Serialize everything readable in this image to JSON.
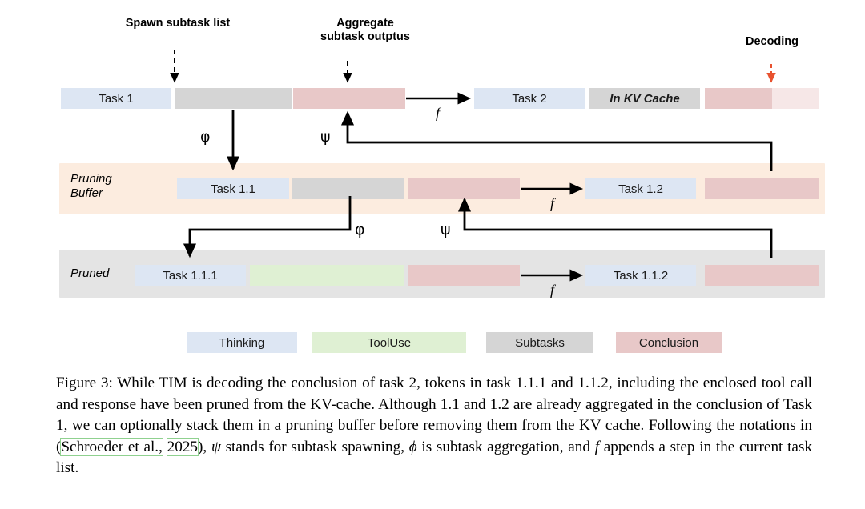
{
  "figure": {
    "annotations": [
      {
        "name": "spawn-subtask-list",
        "text": "Spawn subtask list"
      },
      {
        "name": "aggregate-subtask-outputs",
        "text": "Aggregate\nsubtask outptus"
      },
      {
        "name": "decoding",
        "text": "Decoding"
      }
    ],
    "rows": [
      {
        "name": "task-1-row",
        "label": "",
        "blocks": [
          {
            "name": "task-1-thinking",
            "label": "Task 1",
            "kind": "thinking"
          },
          {
            "name": "task-1-subtasks",
            "label": "",
            "kind": "subtasks"
          },
          {
            "name": "task-1-conclusion",
            "label": "",
            "kind": "conclusion"
          },
          {
            "name": "task-2-thinking",
            "label": "Task 2",
            "kind": "thinking"
          },
          {
            "name": "task-2-kv-cache",
            "label": "In KV Cache",
            "kind": "kv"
          },
          {
            "name": "task-2-conclusion",
            "label": "",
            "kind": "conclusion"
          },
          {
            "name": "task-2-conclusion-pending",
            "label": "",
            "kind": "conclusion-faded"
          }
        ]
      },
      {
        "name": "pruning-buffer-row",
        "label": "Pruning\nBuffer",
        "blocks": [
          {
            "name": "task-1-1-thinking",
            "label": "Task 1.1",
            "kind": "thinking"
          },
          {
            "name": "task-1-1-subtasks",
            "label": "",
            "kind": "subtasks"
          },
          {
            "name": "task-1-1-conclusion",
            "label": "",
            "kind": "conclusion"
          },
          {
            "name": "task-1-2-thinking",
            "label": "Task 1.2",
            "kind": "thinking"
          },
          {
            "name": "task-1-2-conclusion",
            "label": "",
            "kind": "conclusion"
          }
        ]
      },
      {
        "name": "pruned-row",
        "label": "Pruned",
        "blocks": [
          {
            "name": "task-1-1-1-thinking",
            "label": "Task 1.1.1",
            "kind": "thinking"
          },
          {
            "name": "task-1-1-1-tooluse",
            "label": "",
            "kind": "tooluse"
          },
          {
            "name": "task-1-1-1-conclusion",
            "label": "",
            "kind": "conclusion"
          },
          {
            "name": "task-1-1-2-thinking",
            "label": "Task 1.1.2",
            "kind": "thinking"
          },
          {
            "name": "task-1-1-2-conclusion",
            "label": "",
            "kind": "conclusion"
          }
        ]
      }
    ],
    "operators": {
      "phi": "φ",
      "psi": "ψ",
      "f": "f"
    }
  },
  "legend": {
    "items": [
      {
        "name": "legend-thinking",
        "label": "Thinking",
        "color": "#dde6f3"
      },
      {
        "name": "legend-tooluse",
        "label": "ToolUse",
        "color": "#dff0d3"
      },
      {
        "name": "legend-subtasks",
        "label": "Subtasks",
        "color": "#d5d5d5"
      },
      {
        "name": "legend-conclusion",
        "label": "Conclusion",
        "color": "#e8c8c8"
      }
    ]
  },
  "caption": {
    "prefix": "Figure 3: While TIM is decoding the conclusion of task 2, tokens in task 1.1.1 and 1.1.2, including the enclosed tool call and response have been pruned from the KV-cache. Although 1.1 and 1.2 are already aggregated in the conclusion of Task 1, we can optionally stack them in a pruning buffer before removing them from the KV cache. Following the notations in (",
    "citation_author": "Schroeder et al.,",
    "citation_year": "2025",
    "middle": "), ",
    "psi": "ψ",
    "after_psi": " stands for subtask spawning, ",
    "phi": "ϕ",
    "after_phi": " is subtask aggregation, and ",
    "f": "f",
    "suffix": " appends a step in the current task list."
  },
  "colors": {
    "thinking": "#dde6f3",
    "tooluse": "#dff0d3",
    "subtasks": "#d5d5d5",
    "conclusion": "#e8c8c8",
    "conclusion_faded": "#f6e7e7",
    "pruning_band": "#fcecdf",
    "pruned_band": "#e4e4e4",
    "decoding_arrow": "#e8522f"
  }
}
